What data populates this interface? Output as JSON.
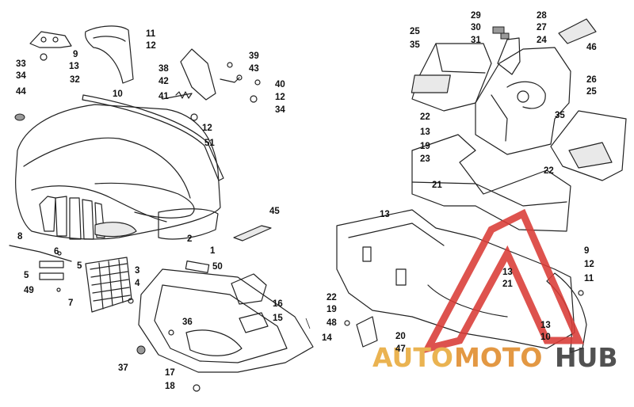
{
  "diagram": {
    "labels": [
      {
        "id": "l11a",
        "text": "11"
      },
      {
        "id": "l12a",
        "text": "12"
      },
      {
        "id": "l9a",
        "text": "9"
      },
      {
        "id": "l13a",
        "text": "13"
      },
      {
        "id": "l33",
        "text": "33"
      },
      {
        "id": "l34a",
        "text": "34"
      },
      {
        "id": "l32",
        "text": "32"
      },
      {
        "id": "l44",
        "text": "44"
      },
      {
        "id": "l10a",
        "text": "10"
      },
      {
        "id": "l38",
        "text": "38"
      },
      {
        "id": "l42",
        "text": "42"
      },
      {
        "id": "l41",
        "text": "41"
      },
      {
        "id": "l39",
        "text": "39"
      },
      {
        "id": "l43",
        "text": "43"
      },
      {
        "id": "l40",
        "text": "40"
      },
      {
        "id": "l12b",
        "text": "12"
      },
      {
        "id": "l34b",
        "text": "34"
      },
      {
        "id": "l12c",
        "text": "12"
      },
      {
        "id": "l51",
        "text": "51"
      },
      {
        "id": "l45",
        "text": "45"
      },
      {
        "id": "l2",
        "text": "2"
      },
      {
        "id": "l1",
        "text": "1"
      },
      {
        "id": "l8",
        "text": "8"
      },
      {
        "id": "l6",
        "text": "6"
      },
      {
        "id": "l5a",
        "text": "5"
      },
      {
        "id": "l5b",
        "text": "5"
      },
      {
        "id": "l49",
        "text": "49"
      },
      {
        "id": "l7",
        "text": "7"
      },
      {
        "id": "l3",
        "text": "3"
      },
      {
        "id": "l4",
        "text": "4"
      },
      {
        "id": "l50",
        "text": "50"
      },
      {
        "id": "l16",
        "text": "16"
      },
      {
        "id": "l15",
        "text": "15"
      },
      {
        "id": "l36",
        "text": "36"
      },
      {
        "id": "l37",
        "text": "37"
      },
      {
        "id": "l17",
        "text": "17"
      },
      {
        "id": "l18",
        "text": "18"
      },
      {
        "id": "l14",
        "text": "14"
      },
      {
        "id": "l22a",
        "text": "22"
      },
      {
        "id": "l19a",
        "text": "19"
      },
      {
        "id": "l48",
        "text": "48"
      },
      {
        "id": "l20",
        "text": "20"
      },
      {
        "id": "l47",
        "text": "47"
      },
      {
        "id": "l25a",
        "text": "25"
      },
      {
        "id": "l35a",
        "text": "35"
      },
      {
        "id": "l29",
        "text": "29"
      },
      {
        "id": "l30",
        "text": "30"
      },
      {
        "id": "l31",
        "text": "31"
      },
      {
        "id": "l28",
        "text": "28"
      },
      {
        "id": "l27",
        "text": "27"
      },
      {
        "id": "l24",
        "text": "24"
      },
      {
        "id": "l46",
        "text": "46"
      },
      {
        "id": "l26",
        "text": "26"
      },
      {
        "id": "l25b",
        "text": "25"
      },
      {
        "id": "l22b",
        "text": "22"
      },
      {
        "id": "l35b",
        "text": "35"
      },
      {
        "id": "l13b",
        "text": "13"
      },
      {
        "id": "l19b",
        "text": "19"
      },
      {
        "id": "l23",
        "text": "23"
      },
      {
        "id": "l21a",
        "text": "21"
      },
      {
        "id": "l22c",
        "text": "22"
      },
      {
        "id": "l13c",
        "text": "13"
      },
      {
        "id": "l13d",
        "text": "13"
      },
      {
        "id": "l21b",
        "text": "21"
      },
      {
        "id": "l9b",
        "text": "9"
      },
      {
        "id": "l12d",
        "text": "12"
      },
      {
        "id": "l11b",
        "text": "11"
      },
      {
        "id": "l13e",
        "text": "13"
      },
      {
        "id": "l10b",
        "text": "10"
      }
    ]
  },
  "watermark": {
    "part1": "AUTO",
    "part2": "MOTO",
    "part3": "HUB",
    "color_primary": "#e8a93a",
    "color_secondary": "#e08a2a",
    "color_dark": "#3a3a3a",
    "logo_color": "#d93b36"
  }
}
